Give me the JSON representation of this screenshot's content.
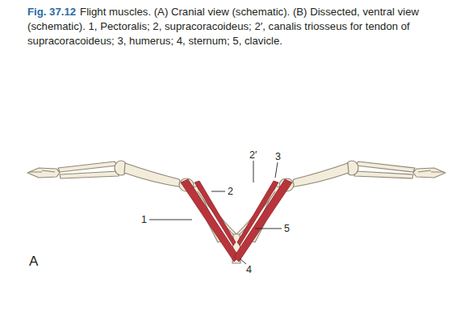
{
  "diagram": {
    "title": "Fig. 37.12",
    "caption": "Flight muscles. (A) Cranial view (schematic). (B) Dissected, ventral view (schematic). 1, Pectoralis; 2, supracoracoideus; 2′, canalis triosseus for tendon of supracoracoideus; 3, humerus; 4, sternum; 5, clavicle.",
    "labels": [
      "2′",
      "3",
      "2",
      "1",
      "5",
      "A",
      "4"
    ]
  }
}
